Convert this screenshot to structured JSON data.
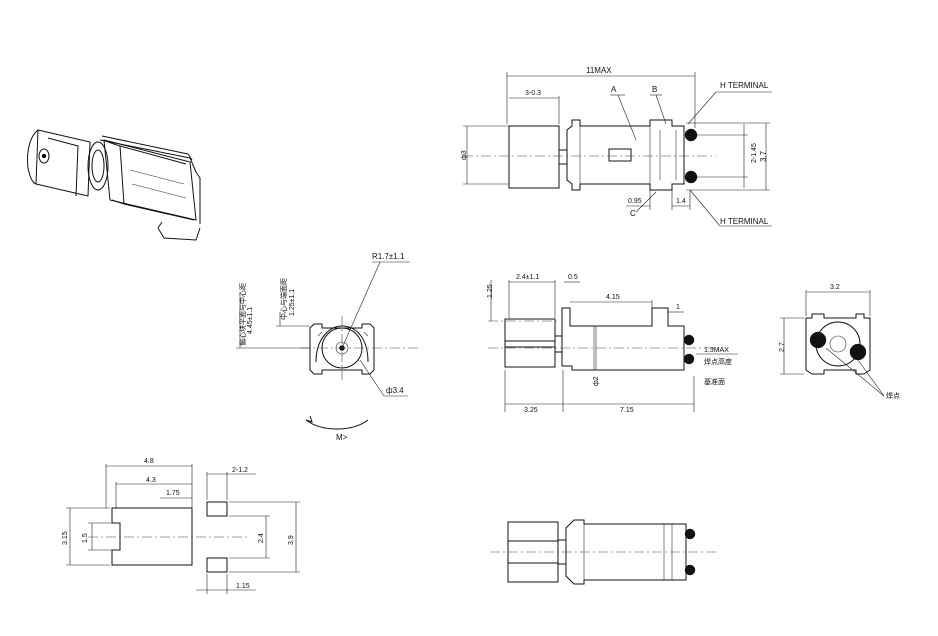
{
  "top_view": {
    "overall_length": "11MAX",
    "weight_length": "3-0.3",
    "label_a": "A",
    "label_b": "B",
    "terminal_top": "H TERMINAL",
    "terminal_bottom": "H TERMINAL",
    "weight_dia": "ф3",
    "pitch": "2-1.45",
    "height": "3.7",
    "dim_095": "0.95",
    "dim_14": "1.4",
    "label_c": "C"
  },
  "end_view": {
    "radius": "R1.7±1.1",
    "dim_a": "4.45±1.1",
    "dim_a_label": "偏心块平面与中心距",
    "dim_b": "1.25±1.1",
    "dim_b_label": "中心与端面距",
    "shaft_dia": "ф3.4",
    "rotation": "M>"
  },
  "side_view": {
    "dim_125": "1.25",
    "dim_24": "2.4±1.1",
    "dim_05": "0.5",
    "dim_415": "4.15",
    "dim_1": "1",
    "dim_13max": "1.3MAX",
    "dim_13max_label": "焊点高度",
    "datum": "基准面",
    "dim_2": "ф2",
    "dim_325": "3.25",
    "dim_715": "7.15"
  },
  "right_view": {
    "width": "3.2",
    "height": "2.7",
    "solder": "焊点"
  },
  "weight_detail": {
    "dim_48": "4.8",
    "dim_43": "4.3",
    "dim_175": "1.75",
    "dim_212": "2-1.2",
    "dim_315": "3.15",
    "dim_15": "1.5",
    "dim_24": "2.4",
    "dim_39": "3.9",
    "dim_115": "1.15"
  }
}
